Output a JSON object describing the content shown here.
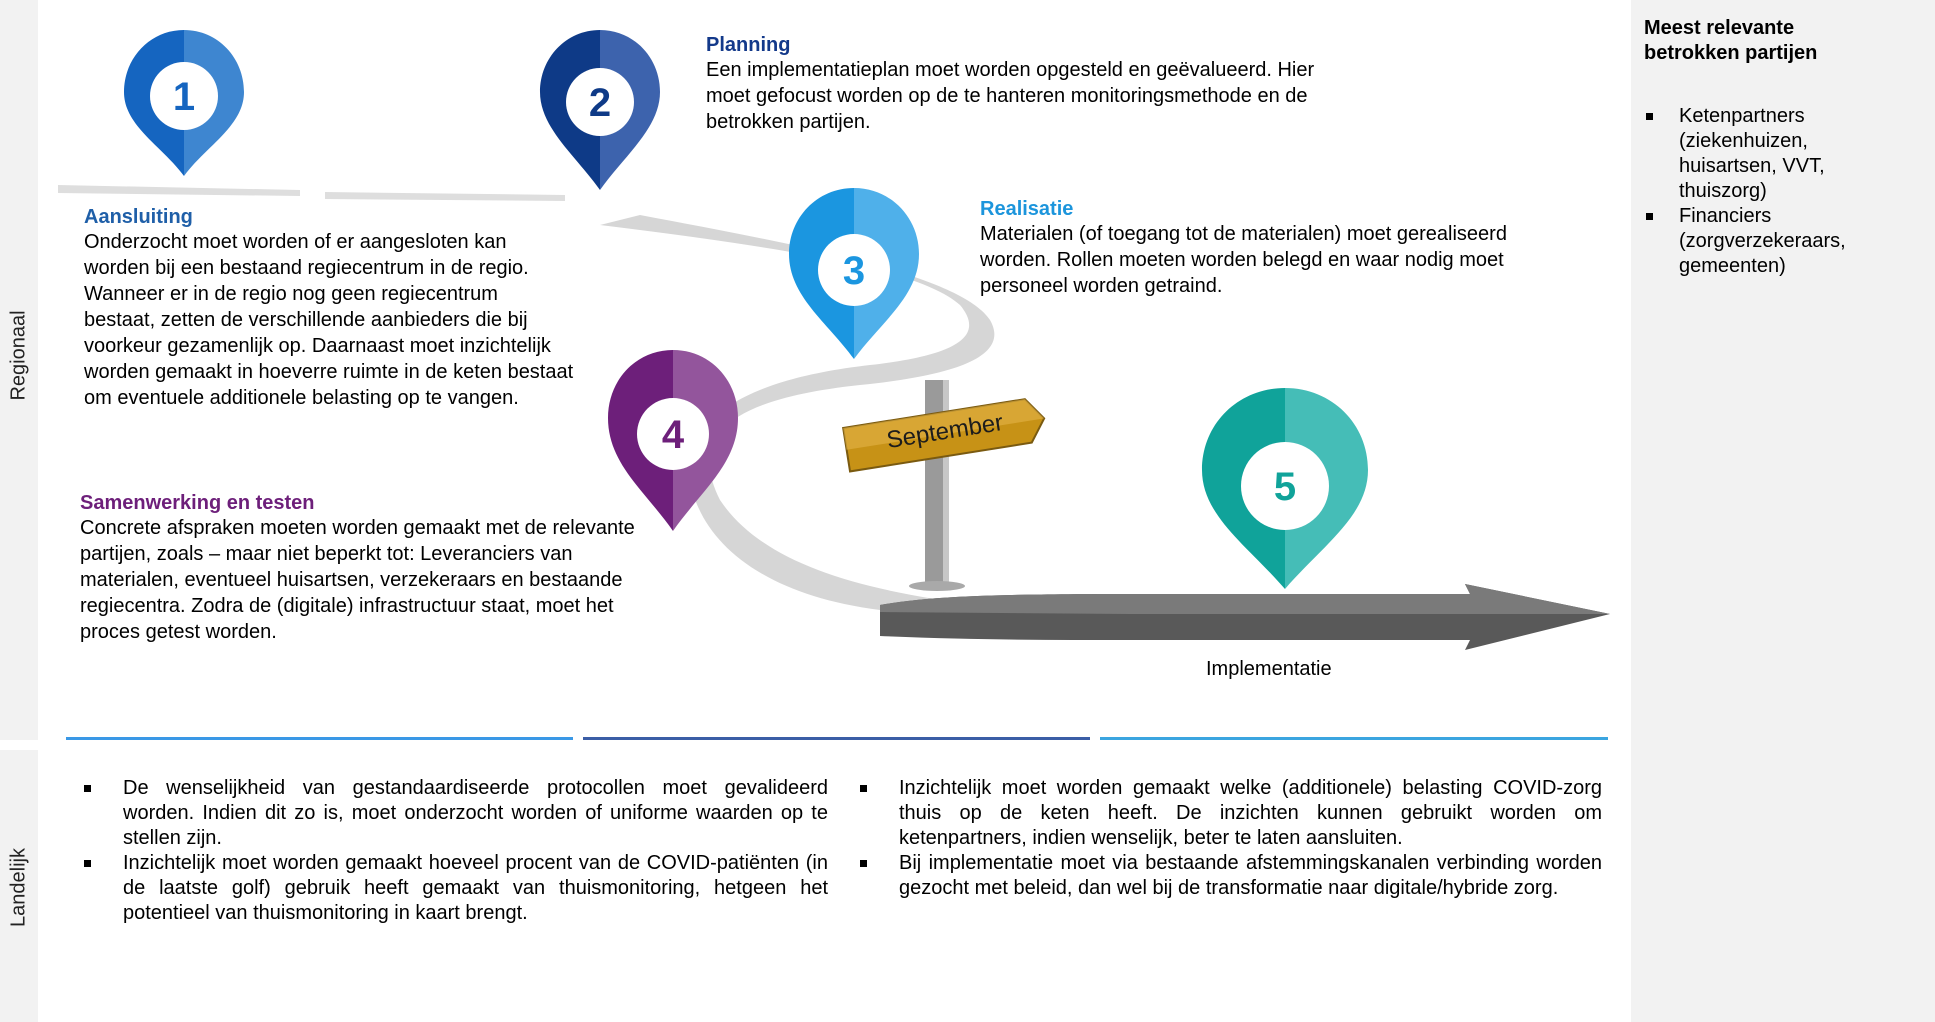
{
  "side_labels": {
    "regional": "Regionaal",
    "national": "Landelijk"
  },
  "steps": [
    {
      "number": "1",
      "title": "Aansluiting",
      "text": "Onderzocht moet worden of er aangesloten kan worden bij een bestaand regiecentrum in de regio. Wanneer er in de regio nog geen regiecentrum bestaat, zetten de verschillende aanbieders die bij voorkeur gezamenlijk op. Daarnaast moet inzichtelijk worden gemaakt in hoeverre ruimte in de keten bestaat om eventuele additionele belasting op te vangen.",
      "color_left": "#1565c0",
      "color_right": "#3e86d0",
      "title_color": "#1f5fa8"
    },
    {
      "number": "2",
      "title": "Planning",
      "text": "Een implementatieplan moet worden opgesteld en geëvalueerd. Hier moet gefocust worden op de te hanteren monitoringsmethode en de betrokken partijen.",
      "color_left": "#0e3a87",
      "color_right": "#3d63ad",
      "title_color": "#13398a"
    },
    {
      "number": "3",
      "title": "Realisatie",
      "text": "Materialen (of toegang tot de materialen) moet gerealiseerd worden. Rollen moeten worden belegd en waar nodig moet personeel worden getraind.",
      "color_left": "#1b96e0",
      "color_right": "#4fb0ea",
      "title_color": "#1c95dc"
    },
    {
      "number": "4",
      "title": "Samenwerking en testen",
      "text": "Concrete afspraken moeten worden gemaakt met de relevante partijen, zoals – maar niet beperkt tot: Leveranciers van materialen, eventueel huisartsen, verzekeraars en bestaande regiecentra. Zodra de (digitale) infrastructuur staat, moet het proces getest worden.",
      "color_left": "#6d1f7a",
      "color_right": "#93559c",
      "title_color": "#6d1f7a"
    },
    {
      "number": "5",
      "title": "",
      "text": "",
      "color_left": "#10a39a",
      "color_right": "#45bdb7",
      "title_color": "#10a39a"
    }
  ],
  "signpost": "September",
  "implementation_label": "Implementatie",
  "divider_colors": [
    "#3a98e6",
    "#3b5ea6",
    "#3ba5e0"
  ],
  "national_bullets_left": [
    "De wenselijkheid van gestandaardiseerde protocollen moet gevalideerd worden. Indien dit zo is, moet onderzocht worden of uniforme waarden op te stellen zijn.",
    "Inzichtelijk moet worden gemaakt hoeveel procent van de COVID-patiënten (in de laatste golf) gebruik heeft gemaakt van thuismonitoring, hetgeen het potentieel van thuismonitoring in kaart brengt."
  ],
  "national_bullets_right": [
    "Inzichtelijk moet worden gemaakt welke (additionele) belasting COVID-zorg thuis op de keten heeft. De inzichten kunnen gebruikt worden om ketenpartners, indien wenselijk, beter te laten aansluiten.",
    "Bij implementatie moet via bestaande afstemmingskanalen verbinding worden gezocht met beleid, dan wel bij de transformatie naar digitale/hybride zorg."
  ],
  "stakeholders": {
    "title": "Meest relevante betrokken partijen",
    "items": [
      "Ketenpartners (ziekenhuizen, huisartsen, VVT, thuiszorg)",
      "Financiers (zorgverzekeraars, gemeenten)"
    ]
  }
}
